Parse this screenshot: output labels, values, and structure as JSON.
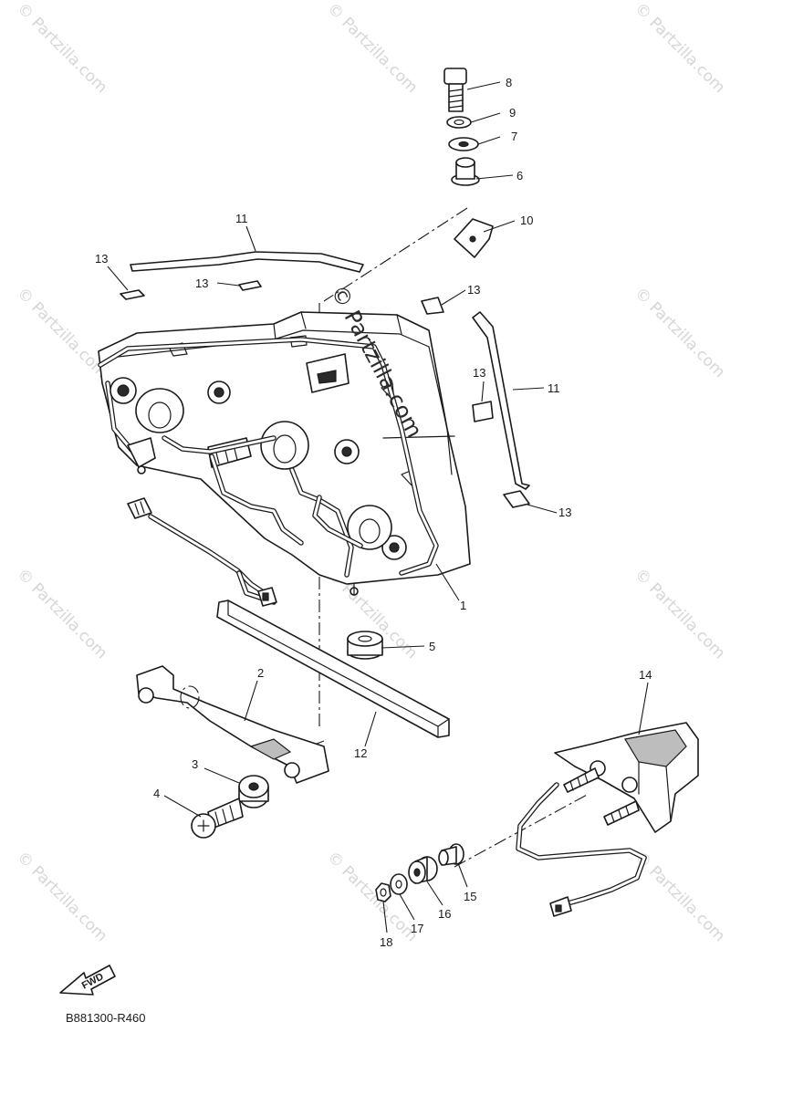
{
  "diagram_code": "B881300-R460",
  "direction_badge": "FWD",
  "center_watermark": "© Partzilla.com",
  "watermark_text": "© Partzilla.com",
  "callouts": {
    "p1": "1",
    "p2": "2",
    "p3": "3",
    "p4": "4",
    "p5": "5",
    "p6": "6",
    "p7": "7",
    "p8": "8",
    "p9": "9",
    "p10": "10",
    "p11a": "11",
    "p11b": "11",
    "p12": "12",
    "p13a": "13",
    "p13b": "13",
    "p13c": "13",
    "p13d": "13",
    "p13e": "13",
    "p14": "14",
    "p15": "15",
    "p16": "16",
    "p17": "17",
    "p18": "18"
  }
}
